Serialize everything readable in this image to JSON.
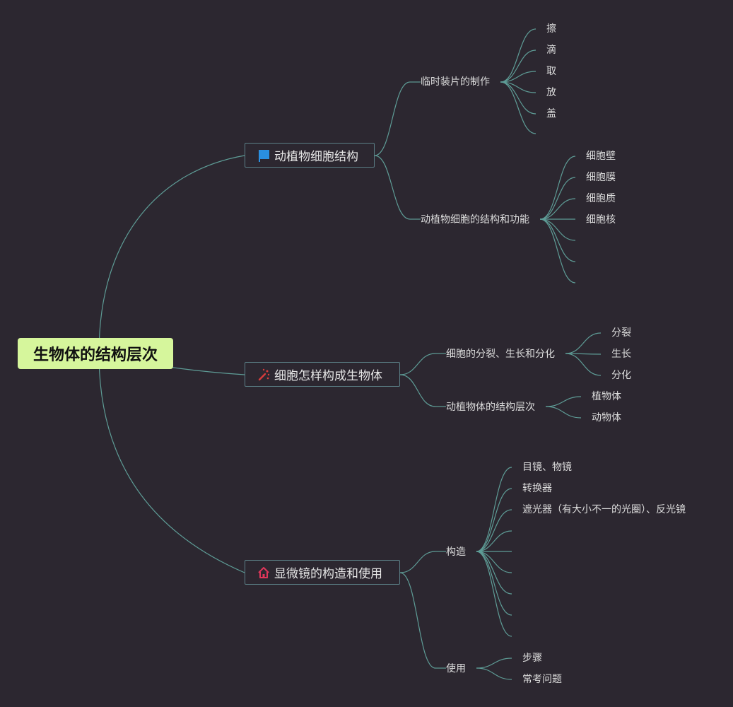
{
  "root": {
    "title": "生物体的结构层次"
  },
  "branches": [
    {
      "label": "动植物细胞结构",
      "icon": "flag-icon",
      "icon_color": "#2a8fe0",
      "children": [
        {
          "label": "临时装片的制作",
          "items": [
            "擦",
            "滴",
            "取",
            "放",
            "盖",
            ""
          ]
        },
        {
          "label": "动植物细胞的结构和功能",
          "items": [
            "细胞壁",
            "细胞膜",
            "细胞质",
            "细胞核",
            "",
            "",
            ""
          ]
        }
      ]
    },
    {
      "label": "细胞怎样构成生物体",
      "icon": "magic-wand-icon",
      "icon_color": "#d63c3c",
      "children": [
        {
          "label": "细胞的分裂、生长和分化",
          "items": [
            "分裂",
            "生长",
            "分化"
          ]
        },
        {
          "label": "动植物体的结构层次",
          "items": [
            "植物体",
            "动物体"
          ]
        }
      ]
    },
    {
      "label": "显微镜的构造和使用",
      "icon": "home-icon",
      "icon_color": "#e0365a",
      "children": [
        {
          "label": "构造",
          "items": [
            "目镜、物镜",
            "转换器",
            "遮光器（有大小不一的光圈）、反光镜",
            "",
            "",
            "",
            "",
            "",
            ""
          ]
        },
        {
          "label": "使用",
          "items": [
            "步骤",
            "常考问题"
          ]
        }
      ]
    }
  ],
  "colors": {
    "background": "#2c2730",
    "line": "#5e9c96",
    "root_fill": "#d6f69c",
    "box_border": "#5b7f86"
  }
}
